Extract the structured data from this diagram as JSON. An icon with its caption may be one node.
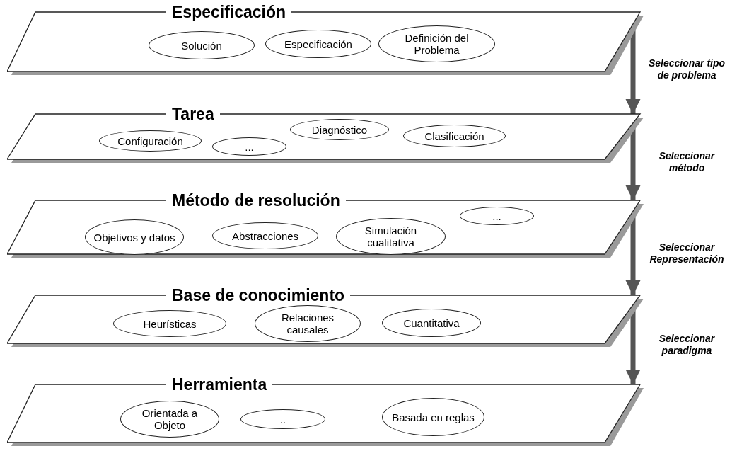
{
  "diagram": {
    "nodes": [
      {
        "text": [
          "Especificación"
        ]
      },
      {
        "text": [
          "Solución"
        ],
        "in": 0
      },
      {
        "text": [
          "Especificación"
        ],
        "in": 0
      },
      {
        "text": [
          "Definición del Problema"
        ],
        "in": 0
      },
      {
        "text": [
          "Tarea"
        ]
      },
      {
        "text": [
          "Configuración"
        ],
        "in": 4
      },
      {
        "text": [
          "..."
        ],
        "in": 4
      },
      {
        "text": [
          "Diagnóstico"
        ],
        "in": 4
      },
      {
        "text": [
          "Clasificación"
        ],
        "in": 4
      },
      {
        "text": [
          "Método de resolución"
        ]
      },
      {
        "text": [
          "Objetivos y datos"
        ],
        "in": 9
      },
      {
        "text": [
          "Abstracciones"
        ],
        "in": 9
      },
      {
        "text": [
          "Simulación cualitativa"
        ],
        "in": 9
      },
      {
        "text": [
          "..."
        ],
        "in": 9
      },
      {
        "text": [
          "Base de conocimiento"
        ]
      },
      {
        "text": [
          "Heurísticas"
        ],
        "in": 14
      },
      {
        "text": [
          "Relaciones causales"
        ],
        "in": 14
      },
      {
        "text": [
          "Cuantitativa"
        ],
        "in": 14
      },
      {
        "text": [
          "Herramienta"
        ]
      },
      {
        "text": [
          "Orientada a Objeto"
        ],
        "in": 18
      },
      {
        "text": [
          ".."
        ],
        "in": 18
      },
      {
        "text": [
          "Basada en reglas"
        ],
        "in": 18
      }
    ],
    "edges": [
      {
        "from": 0,
        "to": 4,
        "arrow": "to",
        "label": "Seleccionar tipo de problema"
      },
      {
        "from": 4,
        "to": 9,
        "arrow": "to",
        "label": "Seleccionar método"
      },
      {
        "from": 9,
        "to": 14,
        "arrow": "to",
        "label": "Seleccionar Representación"
      },
      {
        "from": 14,
        "to": 18,
        "arrow": "to",
        "label": "Seleccionar paradigma"
      }
    ]
  }
}
